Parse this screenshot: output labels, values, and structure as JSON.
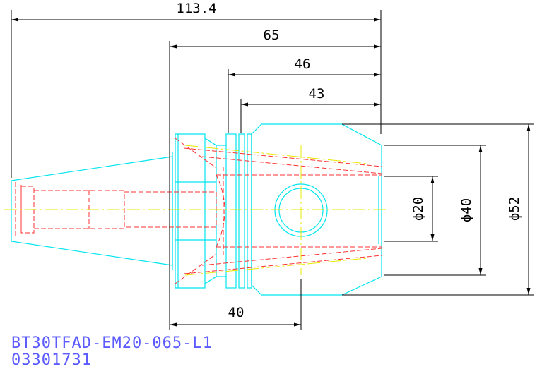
{
  "dimensions": {
    "overall_length": "113.4",
    "gauge_length": "65",
    "length_46": "46",
    "length_43": "43",
    "offset_40": "40",
    "dia_20": "ϕ20",
    "dia_40": "ϕ40",
    "dia_52": "ϕ52"
  },
  "caption": {
    "model": "BT30TFAD-EM20-065-L1",
    "code": "03301731"
  },
  "colors": {
    "outline": "#00e5ee",
    "hidden": "#ff3030",
    "center": "#e8e800",
    "dimension": "#000000",
    "caption": "#5b5bff"
  }
}
